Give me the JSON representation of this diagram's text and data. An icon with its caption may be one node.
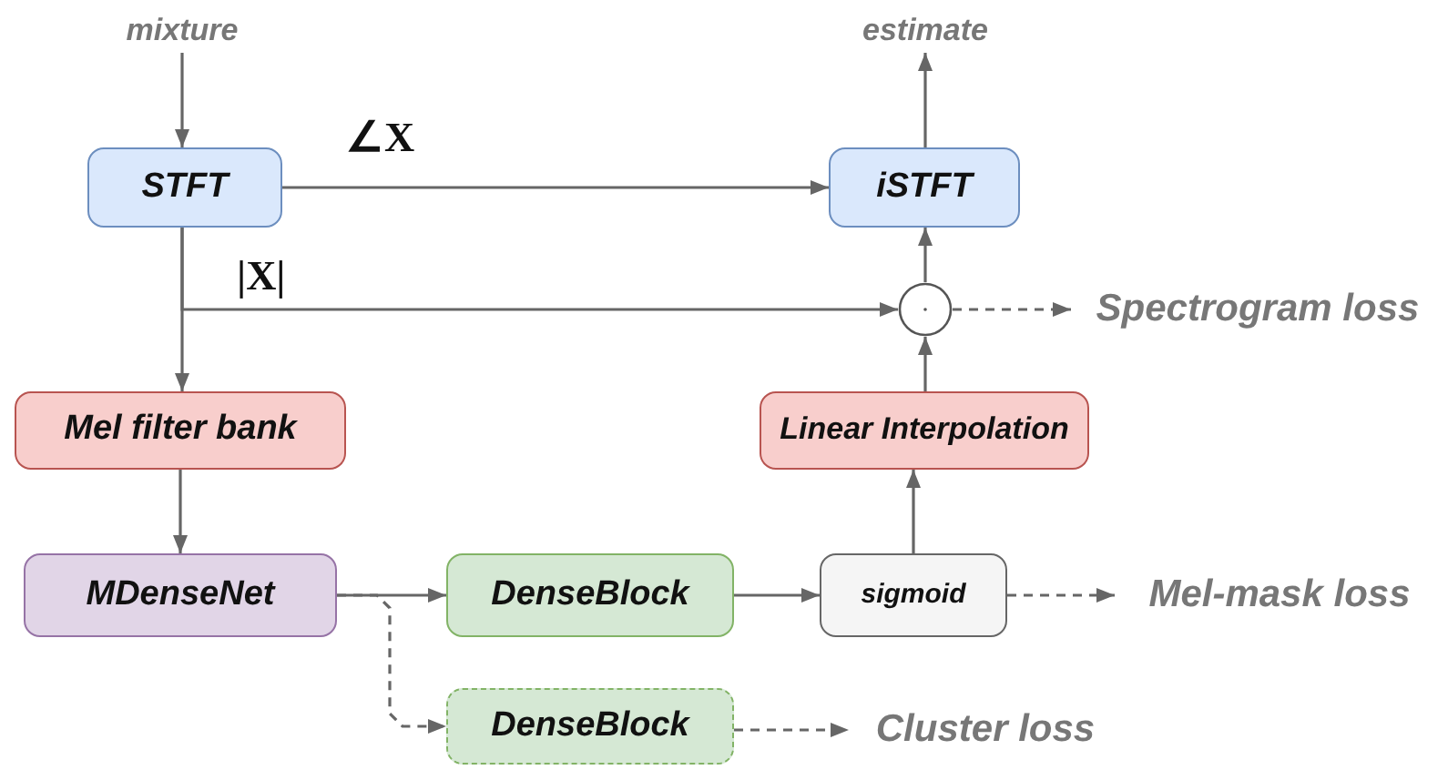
{
  "diagram": {
    "nodes": [
      {
        "text": [
          "mixture"
        ]
      },
      {
        "text": [
          "STFT"
        ]
      },
      {
        "text": [
          "iSTFT"
        ]
      },
      {
        "text": [
          "estimate"
        ]
      },
      {
        "text": [],
        "shape": "circle"
      },
      {
        "text": [
          "Spectrogram loss"
        ]
      },
      {
        "text": [
          "Mel filter bank"
        ]
      },
      {
        "text": [
          "Linear Interpolation"
        ]
      },
      {
        "text": [
          "MDenseNet"
        ]
      },
      {
        "text": [
          "DenseBlock"
        ]
      },
      {
        "text": [
          "sigmoid"
        ]
      },
      {
        "text": [
          "Mel-mask loss"
        ]
      },
      {
        "text": [
          "DenseBlock"
        ]
      },
      {
        "text": [
          "Cluster loss"
        ]
      }
    ],
    "edges": [
      {
        "from": 0,
        "to": 1,
        "arrow": "to"
      },
      {
        "from": 1,
        "to": 2,
        "arrow": "to",
        "label": "∠X"
      },
      {
        "from": 1,
        "to": 4,
        "arrow": "to",
        "label": "|X|"
      },
      {
        "from": 1,
        "to": 6,
        "arrow": "to"
      },
      {
        "from": 4,
        "to": 2,
        "arrow": "to"
      },
      {
        "from": 2,
        "to": 3,
        "arrow": "to"
      },
      {
        "from": 4,
        "to": 5,
        "arrow": "to",
        "style": "dashed"
      },
      {
        "from": 7,
        "to": 4,
        "arrow": "to"
      },
      {
        "from": 6,
        "to": 8,
        "arrow": "to"
      },
      {
        "from": 8,
        "to": 9,
        "arrow": "to"
      },
      {
        "from": 8,
        "to": 12,
        "arrow": "to",
        "style": "dashed"
      },
      {
        "from": 9,
        "to": 10,
        "arrow": "to"
      },
      {
        "from": 10,
        "to": 7,
        "arrow": "to"
      },
      {
        "from": 10,
        "to": 11,
        "arrow": "to",
        "style": "dashed"
      },
      {
        "from": 12,
        "to": 13,
        "arrow": "to",
        "style": "dashed"
      }
    ]
  }
}
